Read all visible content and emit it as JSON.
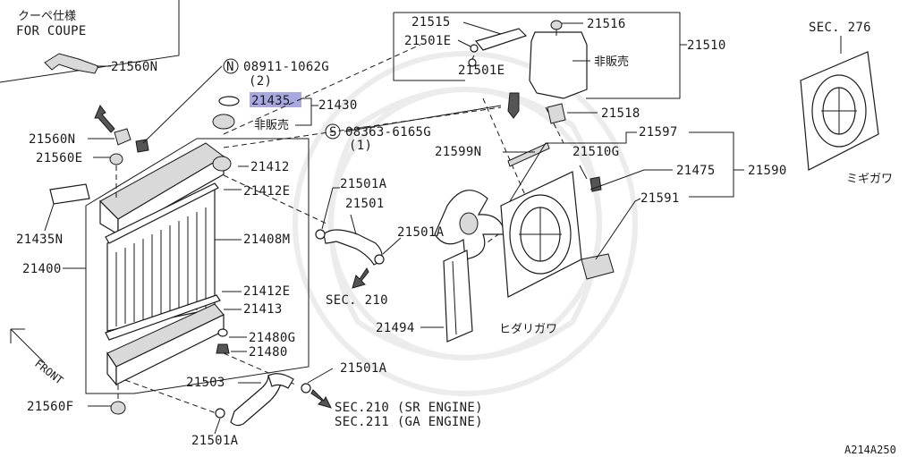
{
  "coupe_box": {
    "title_jp": "クーペ仕様",
    "title_en": "FOR COUPE"
  },
  "labels": {
    "p21560N_a": "21560N",
    "p21560N_b": "21560N",
    "p21560E": "21560E",
    "p21435N": "21435N",
    "p21400": "21400",
    "p21560F": "21560F",
    "p08911": "08911-1062G",
    "p08911_qty": "(2)",
    "p21435": "21435",
    "p21430": "21430",
    "not_sold_1": "非販売",
    "p08363": "08363-6165G",
    "p08363_qty": "(1)",
    "p21412": "21412",
    "p21412E_a": "21412E",
    "p21408M": "21408M",
    "p21412E_b": "21412E",
    "p21413": "21413",
    "p21480G": "21480G",
    "p21480": "21480",
    "p21503": "21503",
    "p21501A_bottom": "21501A",
    "p21501A_mid": "21501A",
    "p21501A_upper": "21501A",
    "p21501A_right": "21501A",
    "p21501": "21501",
    "sec210_a": "SEC. 210",
    "sec210_b": "SEC.210 (SR ENGINE)",
    "sec211": "SEC.211 (GA ENGINE)",
    "p21515": "21515",
    "p21501E_a": "21501E",
    "p21501E_b": "21501E",
    "p21516": "21516",
    "p21510": "21510",
    "not_sold_2": "非販売",
    "p21518": "21518",
    "p21599N": "21599N",
    "p21597": "21597",
    "p21510G": "21510G",
    "p21475": "21475",
    "p21590": "21590",
    "p21591": "21591",
    "p21494": "21494",
    "left_side": "ヒダリガワ",
    "sec276": "SEC. 276",
    "right_side": "ミギガワ",
    "front": "FRONT",
    "diagram_code": "A214A250"
  },
  "highlight": {
    "part": "21435",
    "color": "#a8a8e0"
  }
}
